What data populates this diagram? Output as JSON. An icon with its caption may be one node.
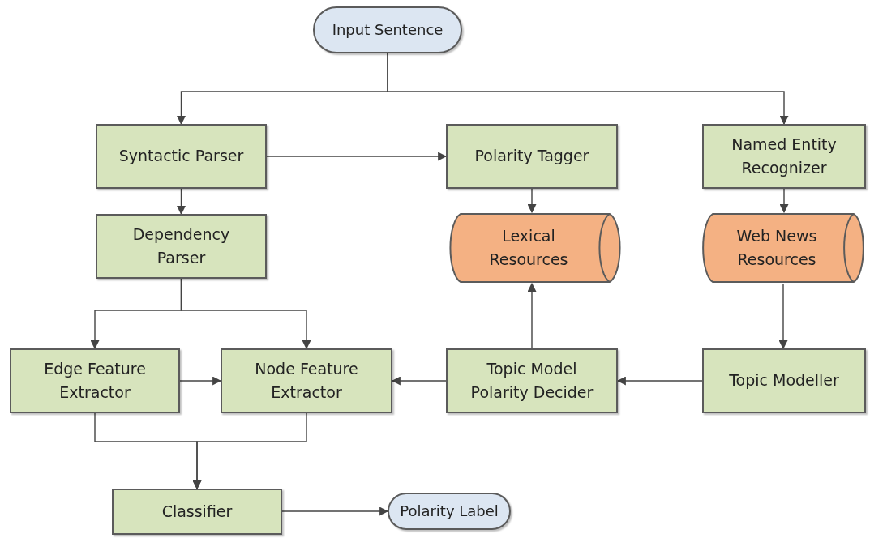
{
  "diagram": {
    "nodes": [
      {
        "text": [
          "Input Sentence"
        ]
      },
      {
        "text": [
          "Syntactic Parser"
        ]
      },
      {
        "text": [
          "Polarity Tagger"
        ]
      },
      {
        "text": [
          "Named Entity Recognizer"
        ]
      },
      {
        "text": [
          "Dependency Parser"
        ]
      },
      {
        "text": [
          "Lexical Resources"
        ]
      },
      {
        "text": [
          "Web News Resources"
        ]
      },
      {
        "text": [
          "Edge Feature Extractor"
        ]
      },
      {
        "text": [
          "Node Feature Extractor"
        ]
      },
      {
        "text": [
          "Topic Model Polarity Decider"
        ]
      },
      {
        "text": [
          "Topic Modeller"
        ]
      },
      {
        "text": [
          "Classifier"
        ]
      },
      {
        "text": [
          "Polarity Label"
        ]
      }
    ],
    "edges": [
      {
        "from": 0,
        "to": 1,
        "arrow": "to"
      },
      {
        "from": 0,
        "to": 3,
        "arrow": "to"
      },
      {
        "from": 1,
        "to": 2,
        "arrow": "to"
      },
      {
        "from": 1,
        "to": 4,
        "arrow": "to"
      },
      {
        "from": 2,
        "to": 5,
        "arrow": "to"
      },
      {
        "from": 3,
        "to": 6,
        "arrow": "to"
      },
      {
        "from": 4,
        "to": 7,
        "arrow": "to"
      },
      {
        "from": 4,
        "to": 8,
        "arrow": "to"
      },
      {
        "from": 7,
        "to": 8,
        "arrow": "to"
      },
      {
        "from": 10,
        "to": 9,
        "arrow": "to"
      },
      {
        "from": 9,
        "to": 8,
        "arrow": "to"
      },
      {
        "from": 9,
        "to": 5,
        "arrow": "to"
      },
      {
        "from": 6,
        "to": 10,
        "arrow": "to"
      },
      {
        "from": 7,
        "to": 11,
        "arrow": "to"
      },
      {
        "from": 8,
        "to": 11,
        "arrow": "to"
      },
      {
        "from": 11,
        "to": 12,
        "arrow": "to"
      }
    ]
  }
}
